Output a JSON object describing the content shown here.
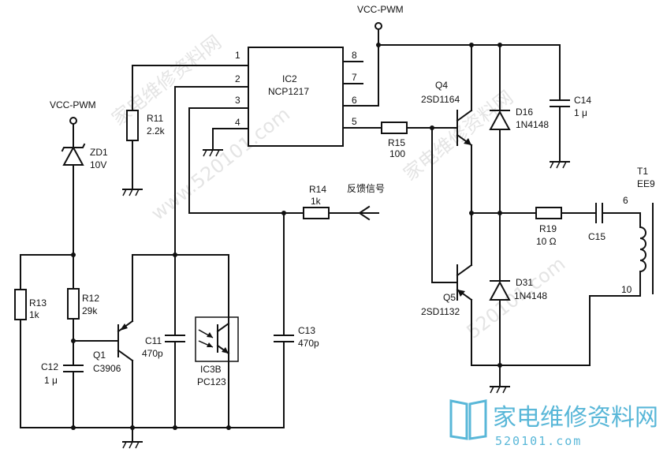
{
  "labels": {
    "vcc_top": "VCC-PWM",
    "vcc_left": "VCC-PWM",
    "ic2_name": "IC2",
    "ic2_part": "NCP1217",
    "pin1": "1",
    "pin2": "2",
    "pin3": "3",
    "pin4": "4",
    "pin5": "5",
    "pin6": "6",
    "pin7": "7",
    "pin8": "8",
    "r11": "R11",
    "r11_val": "2.2k",
    "zd1": "ZD1",
    "zd1_val": "10V",
    "r13": "R13",
    "r13_val": "1k",
    "r12": "R12",
    "r12_val": "29k",
    "q1": "Q1",
    "q1_part": "C3906",
    "c12": "C12",
    "c12_val": "1 μ",
    "c11": "C11",
    "c11_val": "470p",
    "ic3b": "IC3B",
    "ic3b_part": "PC123",
    "c13": "C13",
    "c13_val": "470p",
    "r14": "R14",
    "r14_val": "1k",
    "feedback": "反馈信号",
    "r15": "R15",
    "r15_val": "100",
    "q4": "Q4",
    "q4_part": "2SD1164",
    "d16": "D16",
    "d16_part": "1N4148",
    "c14": "C14",
    "c14_val": "1 μ",
    "q5": "Q5",
    "q5_part": "2SD1132",
    "d31": "D31",
    "d31_part": "1N4148",
    "r19": "R19",
    "r19_val": "10 Ω",
    "c15": "C15",
    "t1": "T1",
    "t1_part": "EE9",
    "t1_pin6": "6",
    "t1_pin10": "10"
  },
  "watermark": {
    "logo_text": "家电维修资料网",
    "url_text": "520101.com",
    "diagonal_texts": [
      "家电维修资料网",
      "www.520101.com",
      "家电维修资料网",
      "520101.com"
    ],
    "logo_color": "#59b7d8"
  }
}
